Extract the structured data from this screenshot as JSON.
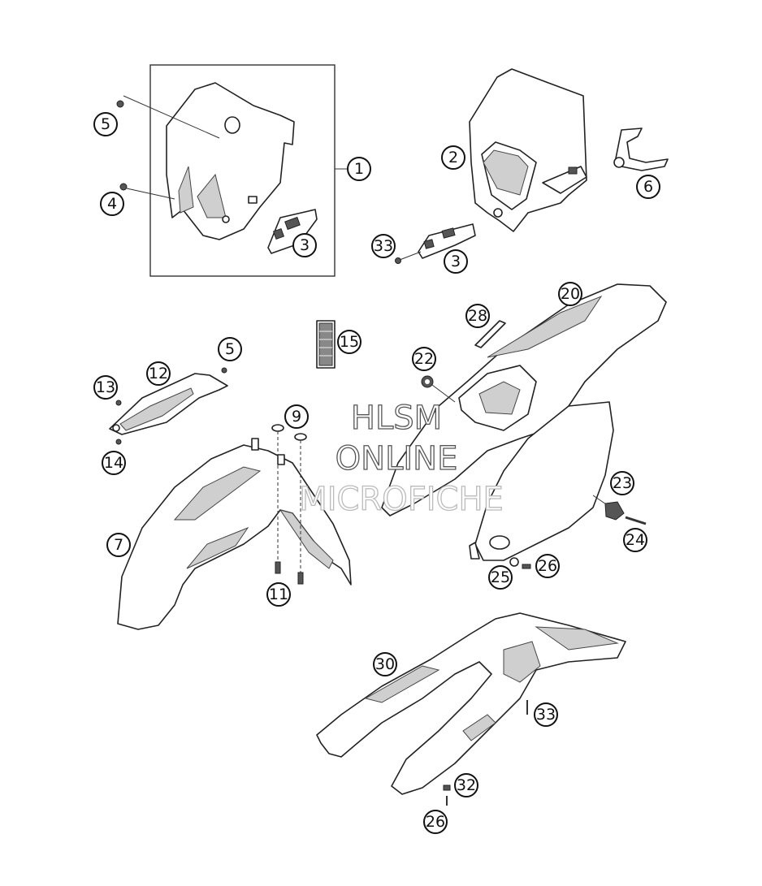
{
  "watermark": {
    "line1": "HLSM",
    "line2": "ONLINE",
    "line3": "MICROFICHE"
  },
  "callouts": [
    "1",
    "2",
    "3",
    "3",
    "4",
    "5",
    "5",
    "6",
    "7",
    "9",
    "11",
    "12",
    "13",
    "14",
    "15",
    "20",
    "22",
    "23",
    "24",
    "25",
    "26",
    "26",
    "28",
    "30",
    "32",
    "33",
    "33"
  ]
}
